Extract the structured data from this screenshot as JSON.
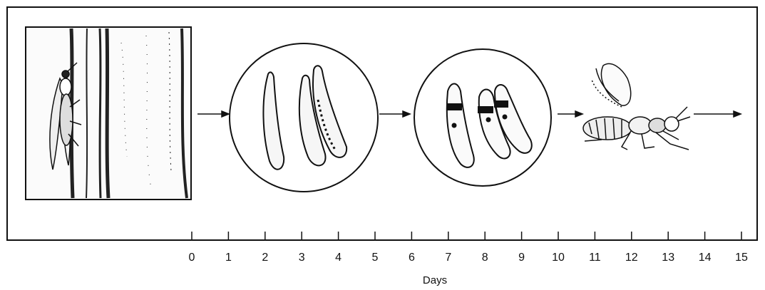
{
  "timeline": {
    "axis_label": "Days",
    "ticks": [
      "0",
      "1",
      "2",
      "3",
      "4",
      "5",
      "6",
      "7",
      "8",
      "9",
      "10",
      "11",
      "12",
      "13",
      "14",
      "15"
    ],
    "range": [
      0,
      15
    ]
  },
  "stages": [
    {
      "name": "adult-on-host",
      "icon": "wasp-on-bark-icon"
    },
    {
      "name": "larvae",
      "icon": "larvae-icon"
    },
    {
      "name": "pupae",
      "icon": "pupae-icon"
    },
    {
      "name": "emerging-adult",
      "icon": "wasp-icon"
    }
  ],
  "colors": {
    "ink": "#111111",
    "paper": "#ffffff"
  }
}
